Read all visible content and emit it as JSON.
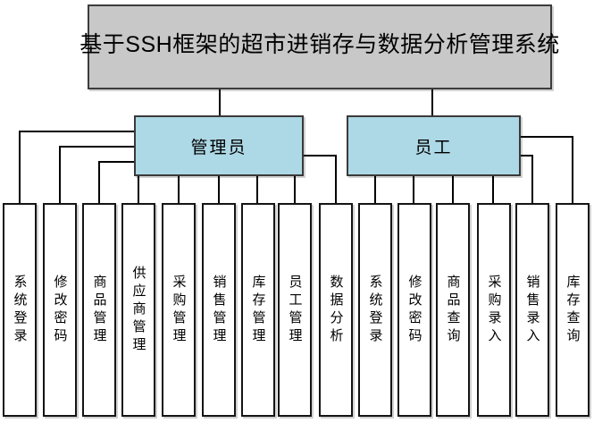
{
  "tree": {
    "root": {
      "label": "基于SSH框架的超市进销存与数据分析管理系统"
    },
    "roles": [
      {
        "id": "admin",
        "label": "管理员"
      },
      {
        "id": "staff",
        "label": "员工"
      }
    ],
    "leaves": [
      {
        "id": "admin-system-login",
        "parent": "管理员",
        "label": "系统登录"
      },
      {
        "id": "admin-change-password",
        "parent": "管理员",
        "label": "修改密码"
      },
      {
        "id": "admin-product-management",
        "parent": "管理员",
        "label": "商品管理"
      },
      {
        "id": "admin-supplier-management",
        "parent": "管理员",
        "label": "供应商管理"
      },
      {
        "id": "admin-purchase-management",
        "parent": "管理员",
        "label": "采购管理"
      },
      {
        "id": "admin-sales-management",
        "parent": "管理员",
        "label": "销售管理"
      },
      {
        "id": "admin-inventory-management",
        "parent": "管理员",
        "label": "库存管理"
      },
      {
        "id": "admin-employee-management",
        "parent": "管理员",
        "label": "员工管理"
      },
      {
        "id": "admin-data-analysis",
        "parent": "管理员",
        "label": "数据分析"
      },
      {
        "id": "staff-system-login",
        "parent": "员工",
        "label": "系统登录"
      },
      {
        "id": "staff-change-password",
        "parent": "员工",
        "label": "修改密码"
      },
      {
        "id": "staff-product-query",
        "parent": "员工",
        "label": "商品查询"
      },
      {
        "id": "staff-purchase-entry",
        "parent": "员工",
        "label": "采购录入"
      },
      {
        "id": "staff-sales-entry",
        "parent": "员工",
        "label": "销售录入"
      },
      {
        "id": "staff-inventory-query",
        "parent": "员工",
        "label": "库存查询"
      }
    ],
    "colors": {
      "root_fill": "#c8c8c8",
      "role_fill": "#add8e6",
      "leaf_fill": "#ffffff",
      "border": "#1f1f1f",
      "line": "#000000"
    }
  }
}
